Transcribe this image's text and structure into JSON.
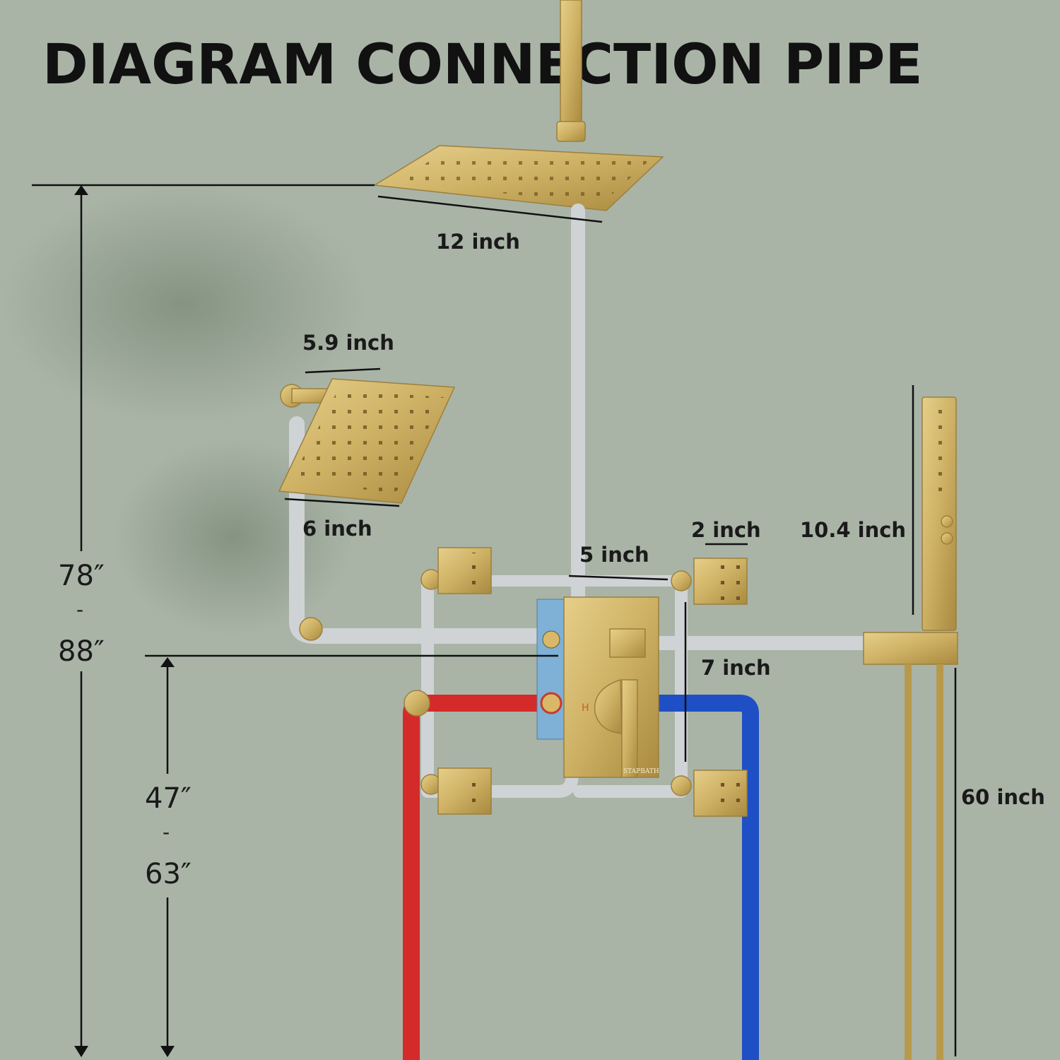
{
  "title": "DIAGRAM CONNECTION PIPE",
  "brand": "STAPBATH",
  "colors": {
    "wall": "#a9b4a7",
    "gold": "#d2b567",
    "hot": "#d42a2a",
    "cold": "#1f4fc4",
    "pipe": "#cfd3d6"
  },
  "dimensions": {
    "rain_head": "12 inch",
    "side_head_top": "5.9 inch",
    "side_head_bottom": "6 inch",
    "jet_spacing": "5 inch",
    "jet_width": "2 inch",
    "hand_shower": "10.4 inch",
    "jet_vertical": "7 inch",
    "hose": "60 inch",
    "ceiling_height": {
      "min": "78″",
      "sep": "-",
      "max": "88″"
    },
    "valve_height": {
      "min": "47″",
      "sep": "-",
      "max": "63″"
    }
  },
  "valve_marks": {
    "hot": "H"
  }
}
